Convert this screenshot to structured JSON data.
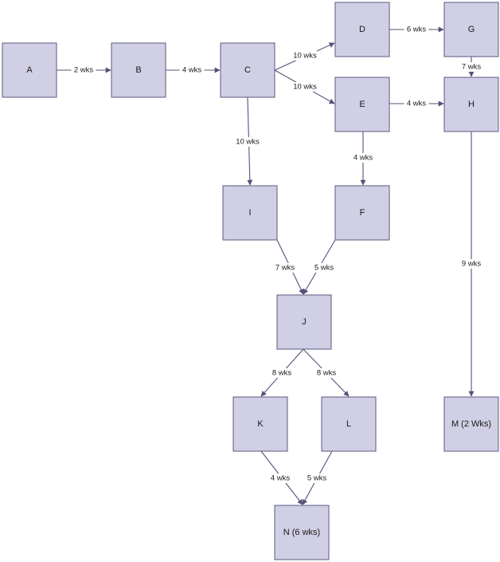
{
  "colors": {
    "node_fill": "#d0cfe5",
    "node_stroke": "#5a5880",
    "edge": "#55537a"
  },
  "nodes": [
    {
      "id": "A",
      "label": "A"
    },
    {
      "id": "B",
      "label": "B"
    },
    {
      "id": "C",
      "label": "C"
    },
    {
      "id": "D",
      "label": "D"
    },
    {
      "id": "G",
      "label": "G"
    },
    {
      "id": "E",
      "label": "E"
    },
    {
      "id": "H",
      "label": "H"
    },
    {
      "id": "I",
      "label": "I"
    },
    {
      "id": "F",
      "label": "F"
    },
    {
      "id": "J",
      "label": "J"
    },
    {
      "id": "K",
      "label": "K"
    },
    {
      "id": "L",
      "label": "L"
    },
    {
      "id": "M",
      "label": "M (2 Wks)"
    },
    {
      "id": "N",
      "label": "N (6 wks)"
    }
  ],
  "edges": [
    {
      "from": "A",
      "to": "B",
      "label": "2 wks"
    },
    {
      "from": "B",
      "to": "C",
      "label": "4 wks"
    },
    {
      "from": "C",
      "to": "D",
      "label": "10 wks"
    },
    {
      "from": "C",
      "to": "E",
      "label": "10 wks"
    },
    {
      "from": "C",
      "to": "I",
      "label": "10 wks"
    },
    {
      "from": "D",
      "to": "G",
      "label": "6 wks"
    },
    {
      "from": "G",
      "to": "H",
      "label": "7 wks"
    },
    {
      "from": "E",
      "to": "H",
      "label": "4 wks"
    },
    {
      "from": "E",
      "to": "F",
      "label": "4 wks"
    },
    {
      "from": "H",
      "to": "M",
      "label": "9 wks"
    },
    {
      "from": "I",
      "to": "J",
      "label": "7 wks"
    },
    {
      "from": "F",
      "to": "J",
      "label": "5 wks"
    },
    {
      "from": "J",
      "to": "K",
      "label": "8 wks"
    },
    {
      "from": "J",
      "to": "L",
      "label": "8 wks"
    },
    {
      "from": "K",
      "to": "N",
      "label": "4 wks"
    },
    {
      "from": "L",
      "to": "N",
      "label": "5 wks"
    }
  ]
}
